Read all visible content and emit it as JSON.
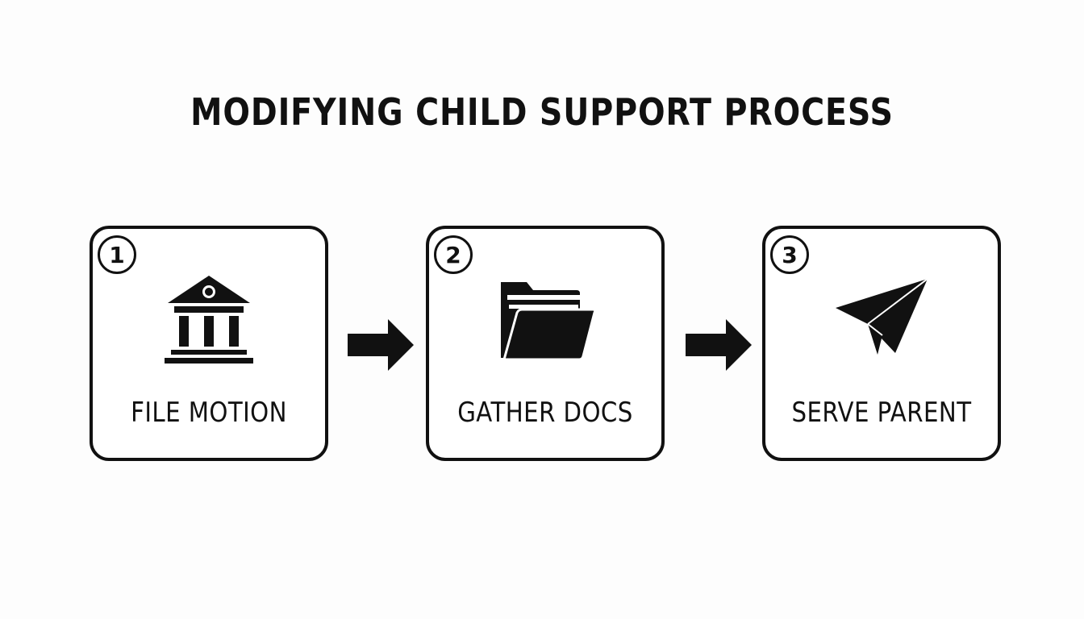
{
  "title": "MODIFYING CHILD SUPPORT PROCESS",
  "steps": [
    {
      "number": "1",
      "label": "FILE MOTION",
      "icon": "courthouse-icon"
    },
    {
      "number": "2",
      "label": "GATHER DOCS",
      "icon": "folder-icon"
    },
    {
      "number": "3",
      "label": "SERVE PARENT",
      "icon": "paper-plane-icon"
    }
  ],
  "colors": {
    "ink": "#111111",
    "background": "#fdfdfd"
  }
}
